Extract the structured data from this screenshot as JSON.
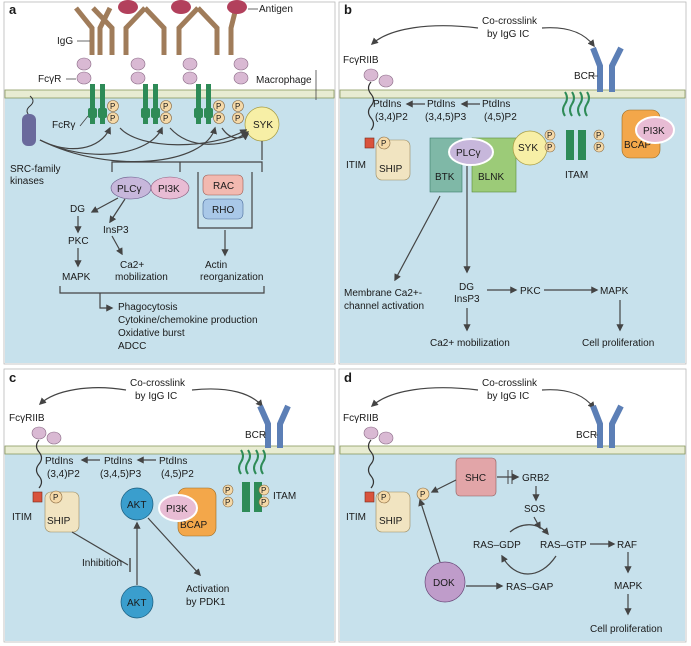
{
  "panels": [
    {
      "letter": "a",
      "labels": {
        "antigen": "Antigen",
        "igg": "IgG",
        "fcgr": "FcγR",
        "macrophage": "Macrophage",
        "fcrg": "FcRγ",
        "syk": "SYK",
        "src_line1": "SRC-family",
        "src_line2": "kinases",
        "plcg": "PLCγ",
        "pi3k": "PI3K",
        "rac": "RAC",
        "rho": "RHO",
        "dg": "DG",
        "insp3": "InsP3",
        "pkc": "PKC",
        "ca": "Ca2+",
        "mobilization": "mobilization",
        "mapk": "MAPK",
        "actin1": "Actin",
        "actin2": "reorganization",
        "out1": "Phagocytosis",
        "out2": "Cytokine/chemokine production",
        "out3": "Oxidative burst",
        "out4": "ADCC",
        "p": "P"
      }
    },
    {
      "letter": "b",
      "labels": {
        "cocross1": "Co-crosslink",
        "cocross2": "by IgG IC",
        "fcgriib": "FcγRIIB",
        "bcr": "BCR",
        "pip_a1": "PtdIns",
        "pip_a2": "(3,4)P2",
        "pip_b1": "PtdIns",
        "pip_b2": "(3,4,5)P3",
        "pip_c1": "PtdIns",
        "pip_c2": "(4,5)P2",
        "itim": "ITIM",
        "ship": "SHIP",
        "btk": "BTK",
        "plcg": "PLCγ",
        "blnk": "BLNK",
        "syk": "SYK",
        "itam": "ITAM",
        "pi3k": "PI3K",
        "bcap": "BCAP",
        "memca1": "Membrane Ca2+-",
        "memca2": "channel activation",
        "dg": "DG",
        "insp3": "InsP3",
        "pkc": "PKC",
        "mapk": "MAPK",
        "ca_mob": "Ca2+ mobilization",
        "prolif": "Cell proliferation",
        "p": "P"
      }
    },
    {
      "letter": "c",
      "labels": {
        "cocross1": "Co-crosslink",
        "cocross2": "by IgG IC",
        "fcgriib": "FcγRIIB",
        "bcr": "BCR",
        "pip_a1": "PtdIns",
        "pip_a2": "(3,4)P2",
        "pip_b1": "PtdIns",
        "pip_b2": "(3,4,5)P3",
        "pip_c1": "PtdIns",
        "pip_c2": "(4,5)P2",
        "itim": "ITIM",
        "ship": "SHIP",
        "akt": "AKT",
        "pi3k": "PI3K",
        "bcap": "BCAP",
        "itam": "ITAM",
        "inhibition": "Inhibition",
        "act1": "Activation",
        "act2": "by PDK1",
        "p": "P"
      }
    },
    {
      "letter": "d",
      "labels": {
        "cocross1": "Co-crosslink",
        "cocross2": "by IgG IC",
        "fcgriib": "FcγRIIB",
        "bcr": "BCR",
        "itim": "ITIM",
        "ship": "SHIP",
        "shc": "SHC",
        "grb2": "GRB2",
        "sos": "SOS",
        "rasgdp": "RAS–GDP",
        "rasgtp": "RAS–GTP",
        "raf": "RAF",
        "dok": "DOK",
        "rasgap": "RAS–GAP",
        "mapk": "MAPK",
        "prolif": "Cell proliferation",
        "p": "P"
      }
    }
  ],
  "colors": {
    "cytoplasm": "#c7e1ec",
    "membrane": "#e8ecd2",
    "igg": "#a07c5a",
    "antigen": "#b2405c",
    "receptor": "#d9b9d3",
    "itam_green": "#2e8b57",
    "phospho": "#f5d9a8",
    "syk": "#f7efa6",
    "plcg": "#c7b7db",
    "pi3k": "#e8bcd4",
    "rac": "#f2b9b0",
    "rho": "#a9c8e8",
    "bcr": "#5c7fb6",
    "ship": "#f1e4c1",
    "btk": "#7fb8a7",
    "blnk": "#9ccb78",
    "bcap": "#f3a74a",
    "akt": "#3a9ecd",
    "shc": "#e2a5a8",
    "dok": "#bf9cca",
    "itim_red": "#d9533c"
  }
}
